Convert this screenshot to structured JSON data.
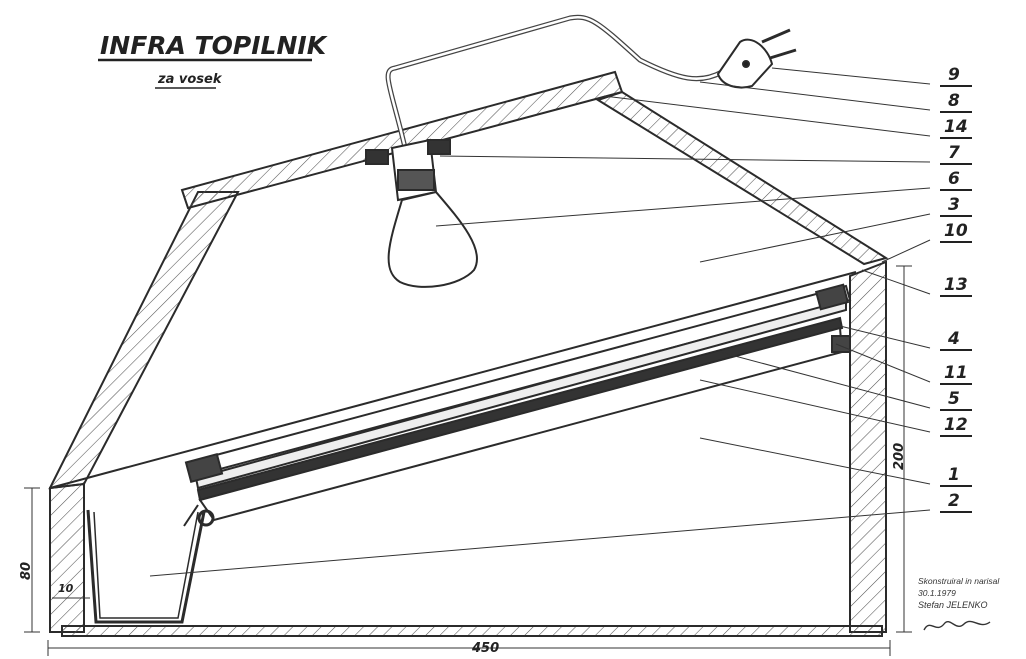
{
  "title": "INFRA TOPILNIK",
  "subtitle": "za vosek",
  "part_numbers": [
    "9",
    "8",
    "14",
    "7",
    "6",
    "3",
    "10",
    "13",
    "4",
    "11",
    "5",
    "12",
    "1",
    "2"
  ],
  "dimensions": {
    "width": "450",
    "height_right": "200",
    "height_left": "80",
    "small_left": "10"
  },
  "author_note": {
    "line1": "Skonstruiral in narisal",
    "line2": "30.1.1979",
    "line3": "Stefan JELENKO"
  },
  "colors": {
    "ink": "#2b2b2b",
    "paper": "#ffffff",
    "hatch": "#555555"
  }
}
